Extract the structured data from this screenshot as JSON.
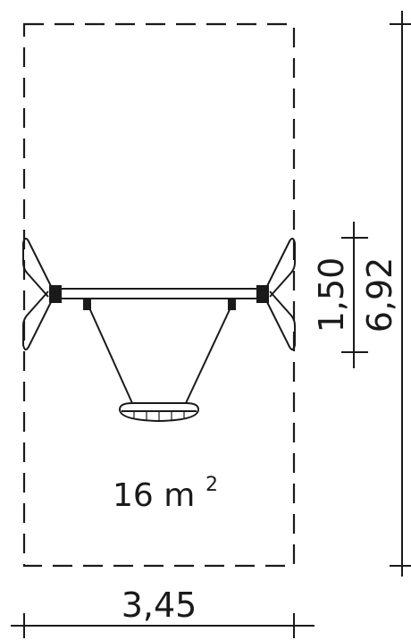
{
  "dimensions": {
    "width_label": "3,45",
    "length_label": "6,92",
    "swing_width_label": "1,50"
  },
  "area": {
    "value": "16 m",
    "unit_exponent": "2"
  },
  "colors": {
    "line": "#1a1a1a",
    "background": "#ffffff"
  }
}
